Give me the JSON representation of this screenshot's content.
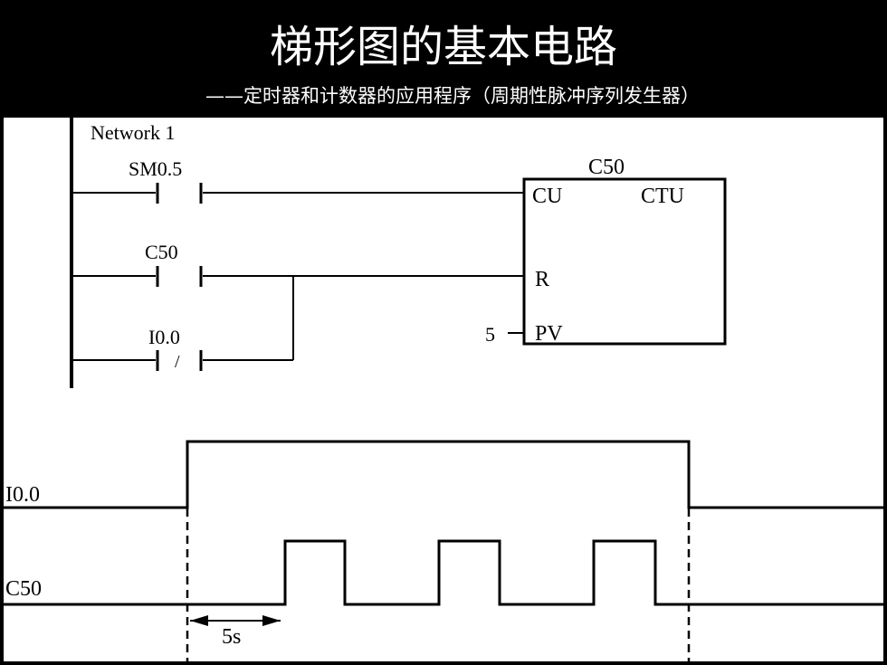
{
  "header": {
    "title": "梯形图的基本电路",
    "subtitle": "——定时器和计数器的应用程序（周期性脉冲序列发生器）"
  },
  "ladder": {
    "network_label": "Network 1",
    "contacts": [
      {
        "name": "SM0.5",
        "symbol": ""
      },
      {
        "name": "C50",
        "symbol": ""
      },
      {
        "name": "I0.0",
        "symbol": "/"
      }
    ],
    "counter": {
      "name": "C50",
      "type": "CTU",
      "inputs": [
        "CU",
        "R",
        "PV"
      ],
      "preset": "5"
    }
  },
  "timing": {
    "signals": [
      "I0.0",
      "C50"
    ],
    "period_label": "5s"
  },
  "colors": {
    "background": "#000000",
    "diagram_bg": "#ffffff",
    "ink": "#000000",
    "text_light": "#ffffff"
  }
}
